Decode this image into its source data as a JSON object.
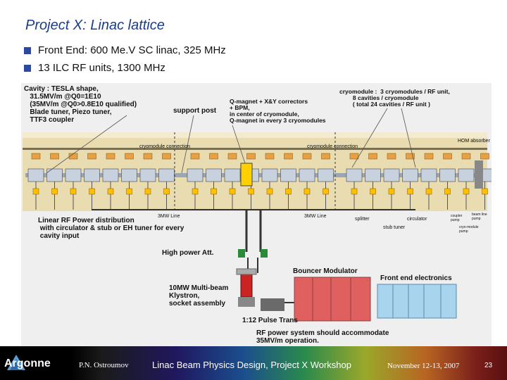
{
  "slide": {
    "title": "Project X: Linac lattice",
    "bullets": [
      "Front End: 600 Me.V SC linac, 325 MHz",
      "13 ILC RF units, 1300 MHz"
    ]
  },
  "diagram": {
    "cavity": "Cavity : TESLA shape,\n   31.5MV/m @Q0=1E10\n   (35MV/m @Q0>0.8E10 qualified)\n   Blade tuner, Piezo tuner,\n   TTF3 coupler",
    "support_post": "support post",
    "qmagnet": "Q-magnet + X&Y correctors\n+ BPM,\nin center of cryomodule,\nQ-magnet in every 3 cryomodules",
    "cryomodule_note": "cryomodule :  3 cryomodules / RF unit,\n        8 cavities / cryomodule\n        ( total 24 cavities / RF unit )",
    "hom": "HOM absorber",
    "cryo_conn_1": "cryomodule connection",
    "cryo_conn_2": "cryomodule connection",
    "mw3_left": "3MW Line",
    "mw3_right": "3MW Line",
    "linear_rf": "Linear RF Power distribution\n with circulator & stub or EH tuner for every\n cavity input",
    "splitter": "splitter",
    "circulator": "circulator",
    "stub_tuner": "stub tuner",
    "coupler_pump": "coupler\npump",
    "beam_pump": "beam line\npump",
    "cryo_pump": "cryo-module\npump",
    "high_power": "High power Att.",
    "bouncer": "Bouncer Modulator",
    "fe_electronics": "Front end electronics",
    "klystron": "10MW Multi-beam\nKlystron,\nsocket assembly",
    "pulse_trans": "1:12 Pulse Trans",
    "rf_power": "RF power system should accommodate\n35MV/m operation."
  },
  "footer": {
    "org": "Argonne",
    "author": "P.N. Ostroumov",
    "center": "Linac Beam Physics Design, Project X Workshop",
    "date": "November 12-13, 2007",
    "page": "23"
  }
}
